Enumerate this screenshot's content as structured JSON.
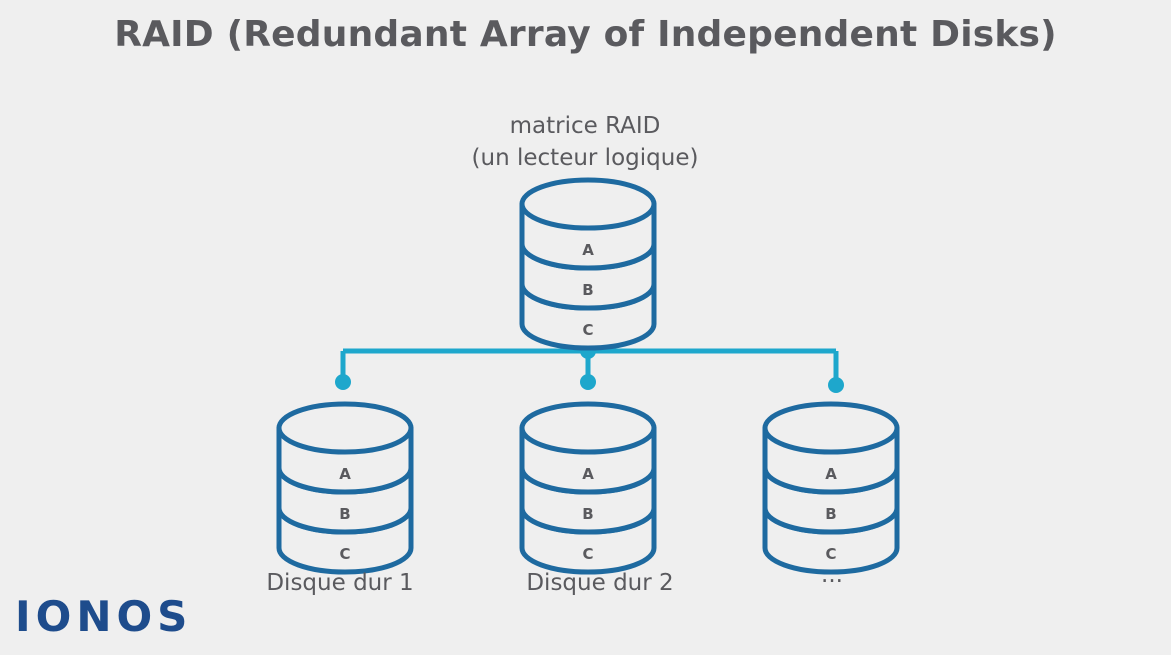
{
  "title": "RAID (Redundant Array of Independent Disks)",
  "array": {
    "label_line1": "matrice RAID",
    "label_line2": "(un lecteur logique)",
    "layers": [
      "A",
      "B",
      "C"
    ]
  },
  "disks": [
    {
      "label": "Disque dur 1",
      "layers": [
        "A",
        "B",
        "C"
      ]
    },
    {
      "label": "Disque dur 2",
      "layers": [
        "A",
        "B",
        "C"
      ]
    },
    {
      "label": "...",
      "layers": [
        "A",
        "B",
        "C"
      ]
    }
  ],
  "logo": "IONOS",
  "colors": {
    "background": "#efefef",
    "disk_stroke": "#1e6aa0",
    "connector": "#1ea7cc",
    "text": "#5a5a5e",
    "logo": "#1e4c8c"
  },
  "icons": {
    "disk": "database-stack-icon",
    "connector": "tree-connector"
  }
}
